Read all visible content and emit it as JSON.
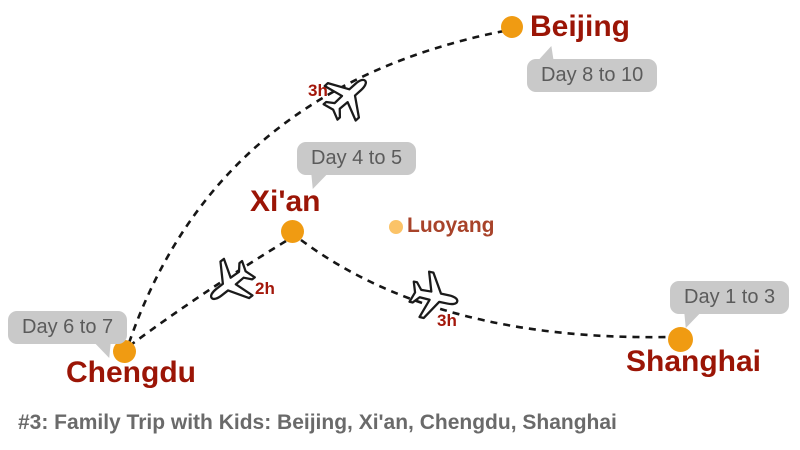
{
  "caption": "#3: Family Trip with Kids: Beijing, Xi'an, Chengdu, Shanghai",
  "colors": {
    "city_dot": "#f09b12",
    "minor_city_dot": "#fbc368",
    "city_label": "#9b1506",
    "minor_city_label": "#a8432a",
    "badge_background": "#c9c9c9",
    "badge_text": "#5b5b5b",
    "route_line": "#161616",
    "flight_duration_text": "#a3170a",
    "caption_text": "#6a6a6a"
  },
  "cities": {
    "beijing": {
      "name": "Beijing",
      "days": "Day 8 to 10"
    },
    "xian": {
      "name": "Xi'an",
      "days": "Day 4 to 5"
    },
    "chengdu": {
      "name": "Chengdu",
      "days": "Day 6 to 7"
    },
    "shanghai": {
      "name": "Shanghai",
      "days": "Day 1 to 3"
    },
    "luoyang": {
      "name": "Luoyang"
    }
  },
  "flights": [
    {
      "from": "Chengdu",
      "to": "Beijing",
      "duration": "3h"
    },
    {
      "from": "Xi'an",
      "to": "Chengdu",
      "duration": "2h"
    },
    {
      "from": "Xi'an",
      "to": "Shanghai",
      "duration": "3h"
    }
  ]
}
